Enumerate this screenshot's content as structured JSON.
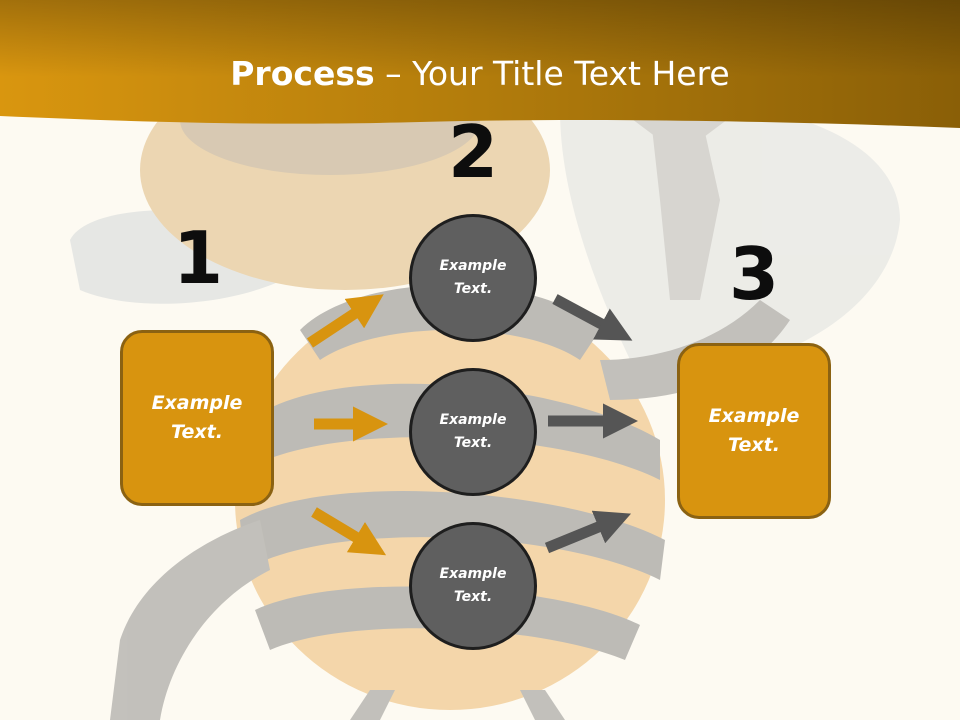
{
  "title": {
    "bold": "Process",
    "rest": " – Your Title Text Here"
  },
  "steps": [
    {
      "number": "1"
    },
    {
      "number": "2"
    },
    {
      "number": "3"
    }
  ],
  "left_box": {
    "text": "Example Text."
  },
  "right_box": {
    "text": "Example Text."
  },
  "circles": [
    {
      "text": "Example Text."
    },
    {
      "text": "Example Text."
    },
    {
      "text": "Example Text."
    }
  ],
  "colors": {
    "header": "#b27c0c",
    "box_fill": "#d8940f",
    "box_border": "#8b6212",
    "circle_fill": "#5f5f5f",
    "orange_arrow": "#d8940f",
    "gray_arrow": "#555555",
    "background": "#fdfaf2"
  }
}
